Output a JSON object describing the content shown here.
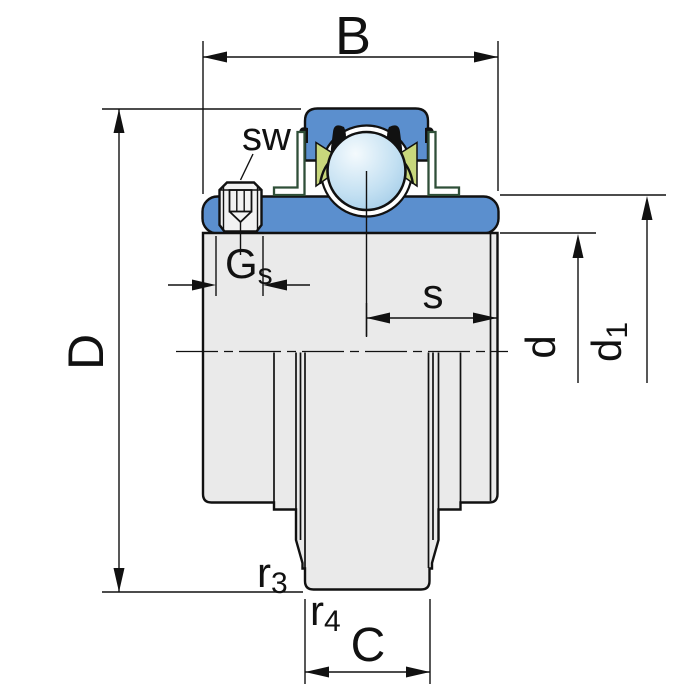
{
  "drawing": {
    "title": "Insert ball bearing with set screws - dimensioned cross-section",
    "view": "axial half-section side view"
  },
  "labels": {
    "total_width": "B",
    "outer_diameter": "D",
    "hex_key": "sw",
    "set_screw": {
      "main": "G",
      "sub": "s"
    },
    "center_offset": "s",
    "bore_diameter": {
      "main": "d"
    },
    "sleeve_diameter": {
      "main": "d",
      "sub": "1"
    },
    "fillet_r3": {
      "main": "r",
      "sub": "3"
    },
    "fillet_r4": {
      "main": "r",
      "sub": "4"
    },
    "outer_ring_width": "C"
  },
  "colors": {
    "part_blue": "#5b8fce",
    "body_gray": "#eaeaea",
    "screw_gray": "#f2f2f2",
    "seal_green": "#2f4f38",
    "cage_yellow_green": "#c8d77c",
    "ball_stop_0": "#f4fafd",
    "ball_stop_1": "#c3e0f2",
    "ball_stop_2": "#96c4e4",
    "line_black": "#111111"
  }
}
